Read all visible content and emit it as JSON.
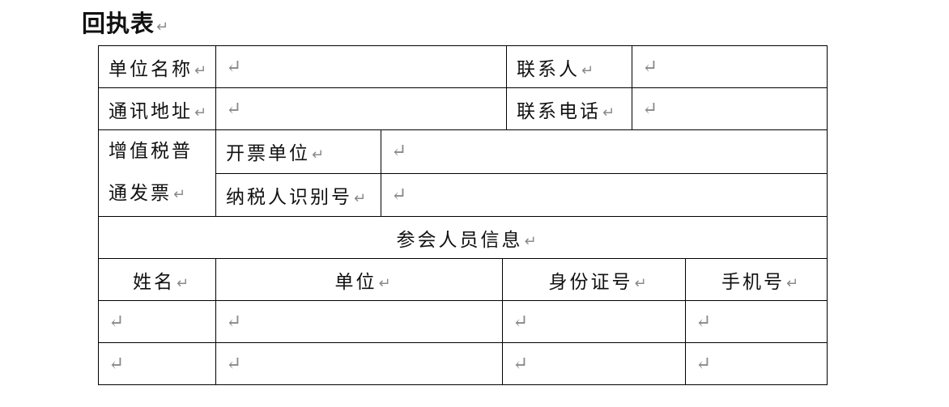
{
  "title": "回执表",
  "mark": "↵",
  "rows": {
    "unit_name": "单位名称",
    "contact": "联系人",
    "address": "通讯地址",
    "phone": "联系电话",
    "vat_line1": "增值税普",
    "vat_line2": "通发票",
    "invoice_unit": "开票单位",
    "tax_id": "纳税人识别号",
    "attendee_info": "参会人员信息"
  },
  "attendee_columns": [
    "姓名",
    "单位",
    "身份证号",
    "手机号"
  ],
  "attendee_rows": 2
}
